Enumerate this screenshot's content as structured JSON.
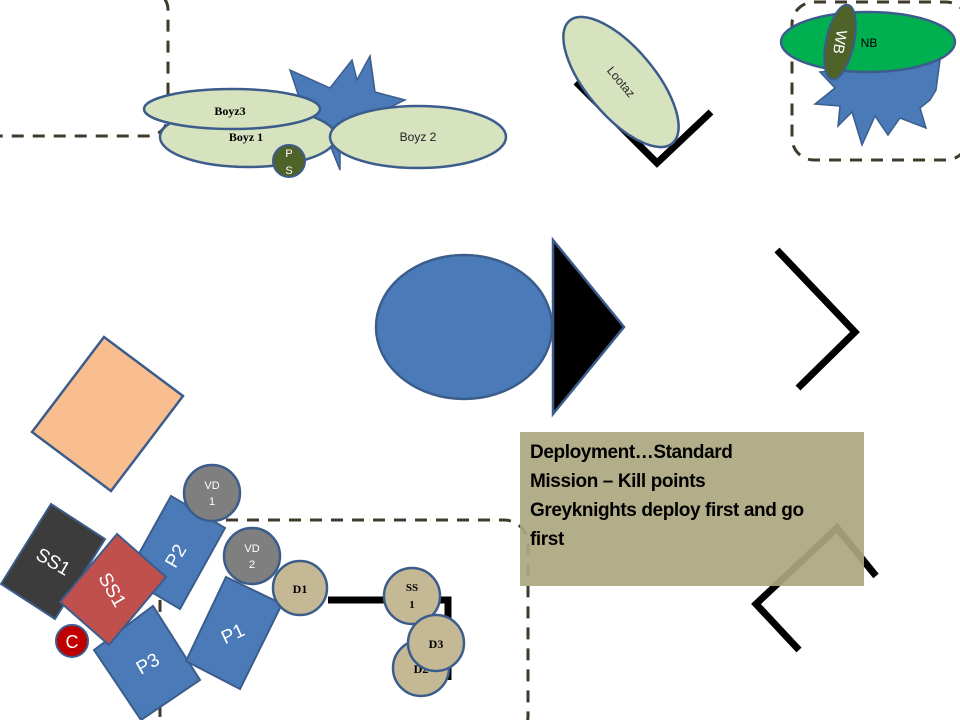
{
  "colors": {
    "outline": "#3c5d8c",
    "infantry_fill": "#d7e2bf",
    "explosion_fill": "#4a7ab8",
    "vehicle_blue": "#4a7ab8",
    "ss1_dark": "#3c3c3c",
    "ss1_red": "#c0504d",
    "chaplain_red": "#c00000",
    "dread_fill": "#c4b994",
    "vd_gray": "#7f7f7f",
    "ps_green": "#4f6228",
    "nb_green": "#00b050",
    "wb_green": "#4f6228",
    "terrain_orange": "#f9be8f",
    "info_bg": "#aca780",
    "dash_line": "#3f3a2a"
  },
  "units": {
    "ork": {
      "boyz3": "Boyz3",
      "boyz1": "Boyz 1",
      "boyz2": "Boyz 2",
      "ps_line1": "P",
      "ps_line2": "S",
      "lootaz": "Lootaz",
      "nb": "NB",
      "wb": "WB"
    },
    "grey_knights": {
      "vd1_line1": "VD",
      "vd1_line2": "1",
      "vd2_line1": "VD",
      "vd2_line2": "2",
      "d1": "D1",
      "ss1_circle_line1": "SS",
      "ss1_circle_line2": "1",
      "d3": "D3",
      "d2": "D2",
      "p1": "P1",
      "p2": "P2",
      "p3": "P3",
      "ss1_dark": "SS1",
      "ss1_red": "SS1",
      "chaplain": "C"
    }
  },
  "info": {
    "lines": [
      "Deployment…Standard",
      "Mission – Kill points",
      "Greyknights deploy first and go",
      "first"
    ]
  }
}
